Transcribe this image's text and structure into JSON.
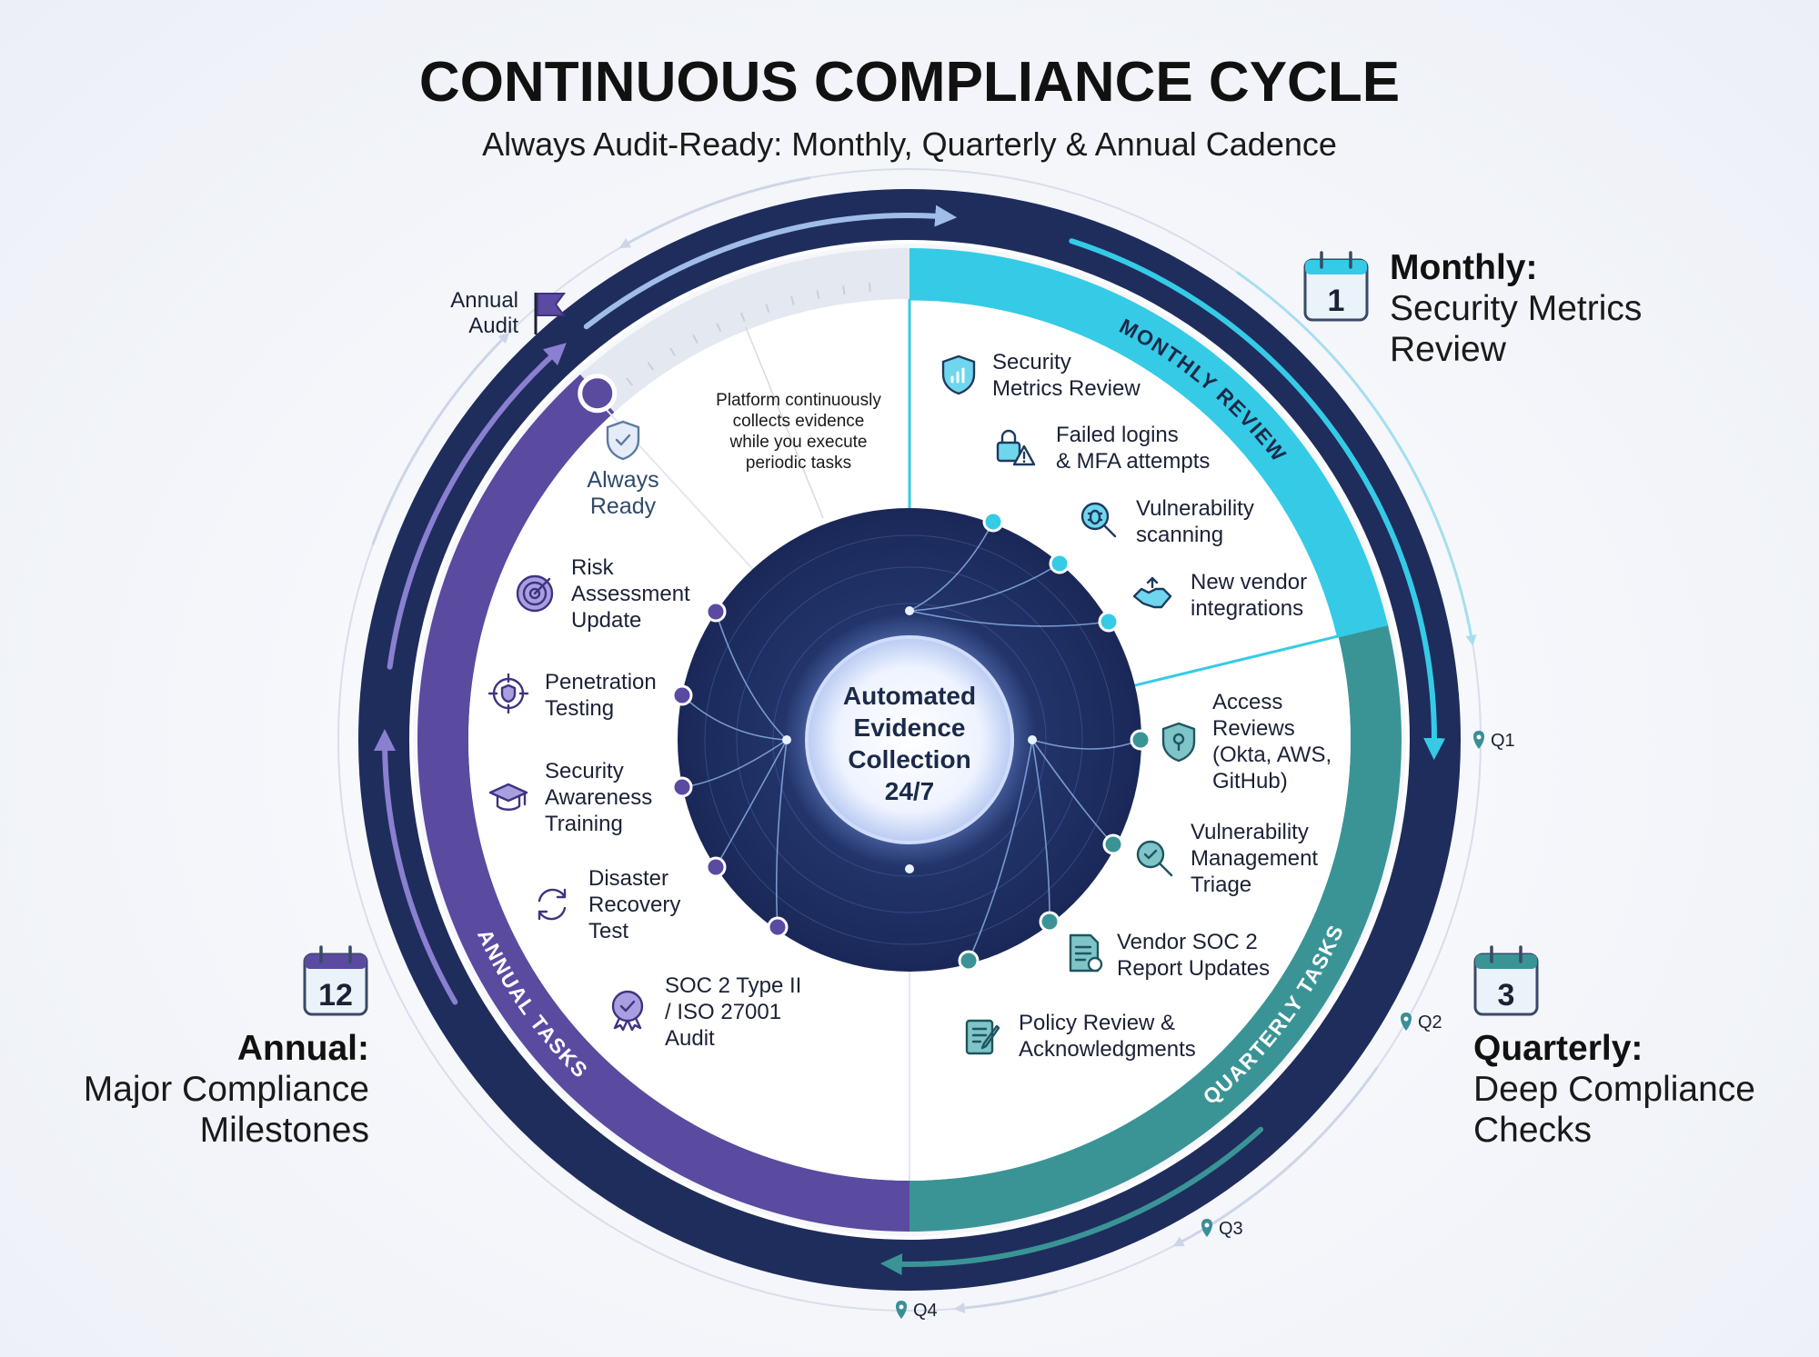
{
  "title": "CONTINUOUS COMPLIANCE CYCLE",
  "subtitle": "Always Audit-Ready: Monthly, Quarterly & Annual Cadence",
  "colors": {
    "navy": "#1e2d5c",
    "monthly": "#35cbe6",
    "quarterly": "#3a9496",
    "annual": "#5a4aa0",
    "track": "#e4e8f1"
  },
  "center": {
    "lines": [
      "Automated",
      "Evidence",
      "Collection",
      "24/7"
    ]
  },
  "note": {
    "lines": [
      "Platform continuously",
      "collects evidence",
      "while you execute",
      "periodic tasks"
    ]
  },
  "always_ready": {
    "lines": [
      "Always",
      "Ready"
    ],
    "icon": "shield-check-icon"
  },
  "annual_audit": {
    "lines": [
      "Annual",
      "Audit"
    ],
    "icon": "flag-icon"
  },
  "headers": {
    "monthly": {
      "number": "1",
      "label": "Monthly:",
      "lines": [
        "Security Metrics",
        "Review"
      ]
    },
    "quarterly": {
      "number": "3",
      "label": "Quarterly:",
      "lines": [
        "Deep Compliance",
        "Checks"
      ]
    },
    "annual": {
      "number": "12",
      "label": "Annual:",
      "lines": [
        "Major Compliance",
        "Milestones"
      ]
    }
  },
  "band_labels": {
    "monthly": "MONTHLY REVIEW",
    "quarterly": "QUARTERLY TASKS",
    "annual": "ANNUAL TASKS"
  },
  "quarters": [
    "Q1",
    "Q2",
    "Q3",
    "Q4"
  ],
  "sections": {
    "monthly": {
      "items": [
        {
          "lines": [
            "Security",
            "Metrics Review"
          ],
          "icon": "shield-chart-icon"
        },
        {
          "lines": [
            "Failed logins",
            "& MFA attempts"
          ],
          "icon": "lock-warning-icon"
        },
        {
          "lines": [
            "Vulnerability",
            "scanning"
          ],
          "icon": "bug-search-icon"
        },
        {
          "lines": [
            "New vendor",
            "integrations"
          ],
          "icon": "handshake-icon"
        }
      ]
    },
    "quarterly": {
      "items": [
        {
          "lines": [
            "Access",
            "Reviews",
            "(Okta, AWS,",
            "GitHub)"
          ],
          "icon": "shield-keyhole-icon"
        },
        {
          "lines": [
            "Vulnerability",
            "Management",
            "Triage"
          ],
          "icon": "search-check-icon"
        },
        {
          "lines": [
            "Vendor SOC 2",
            "Report Updates"
          ],
          "icon": "document-icon"
        },
        {
          "lines": [
            "Policy Review &",
            "Acknowledgments"
          ],
          "icon": "clipboard-pen-icon"
        }
      ]
    },
    "annual": {
      "items": [
        {
          "lines": [
            "Risk",
            "Assessment",
            "Update"
          ],
          "icon": "target-icon"
        },
        {
          "lines": [
            "Penetration",
            "Testing"
          ],
          "icon": "crosshair-shield-icon"
        },
        {
          "lines": [
            "Security",
            "Awareness",
            "Training"
          ],
          "icon": "graduation-cap-icon"
        },
        {
          "lines": [
            "Disaster",
            "Recovery",
            "Test"
          ],
          "icon": "refresh-icon"
        },
        {
          "lines": [
            "SOC 2 Type II",
            "/ ISO 27001",
            "Audit"
          ],
          "icon": "award-badge-icon"
        }
      ]
    }
  }
}
